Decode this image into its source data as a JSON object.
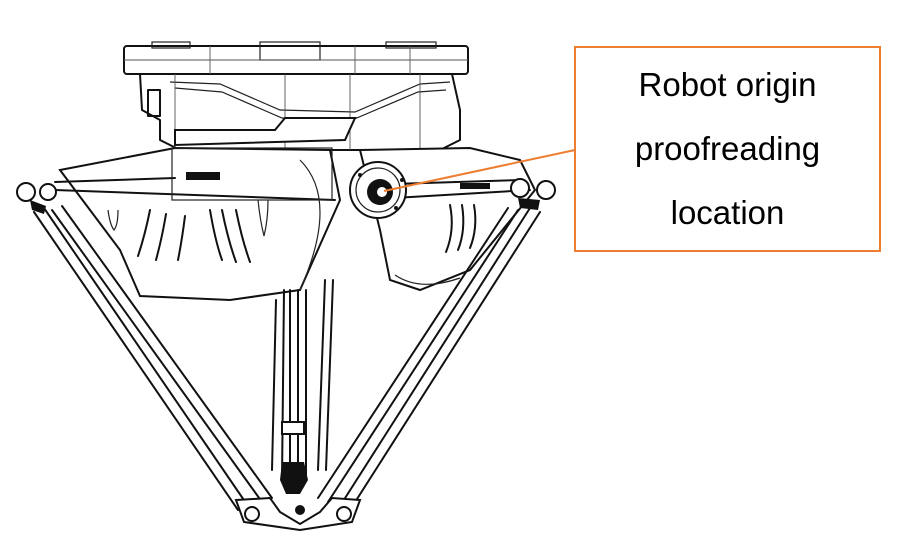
{
  "figure": {
    "subject": "Delta (parallel) robot, front view line drawing",
    "callout": {
      "lines": [
        "Robot origin",
        "proofreading",
        "location"
      ],
      "border_color": "#ED7D31",
      "leader_color": "#ED7D31",
      "target": "motor-axis-origin-mark"
    }
  }
}
